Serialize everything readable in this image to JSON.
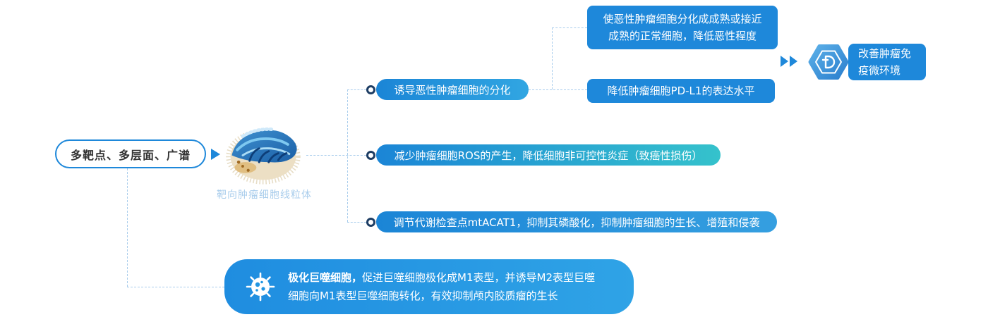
{
  "colors": {
    "primary_blue": "#1e88da",
    "teal_accent": "#35c2cc",
    "connector_blue": "#a9cdec",
    "dot_navy": "#1c3c63",
    "caption_light_blue": "#a9cdec",
    "text_dark": "#333333"
  },
  "source_node": {
    "label": "多靶点、多层面、广谱"
  },
  "mitochondria": {
    "caption": "靶向肿瘤细胞线粒体",
    "icon": "mitochondria-illustration"
  },
  "mechanisms": [
    {
      "label": "诱导恶性肿瘤细胞的分化"
    },
    {
      "label": "减少肿瘤细胞ROS的产生，降低细胞非可控性炎症（致癌性损伤）"
    },
    {
      "label": "调节代谢检查点mtACAT1，抑制其磷酸化，抑制肿瘤细胞的生长、增殖和侵袭"
    }
  ],
  "outcomes": [
    {
      "label": "使恶性肿瘤细胞分化成成熟或接近成熟的正常细胞，降低恶性程度"
    },
    {
      "label": "降低肿瘤细胞PD-L1的表达水平"
    }
  ],
  "final_outcome": {
    "label": "改善肿瘤免疫微环境",
    "icon": "hexagon-badge-icon"
  },
  "macrophage": {
    "lead": "极化巨噬细胞，",
    "body": "促进巨噬细胞极化成M1表型，并诱导M2表型巨噬细胞向M1表型巨噬细胞转化，有效抑制颅内胶质瘤的生长",
    "icon": "macrophage-icon"
  }
}
